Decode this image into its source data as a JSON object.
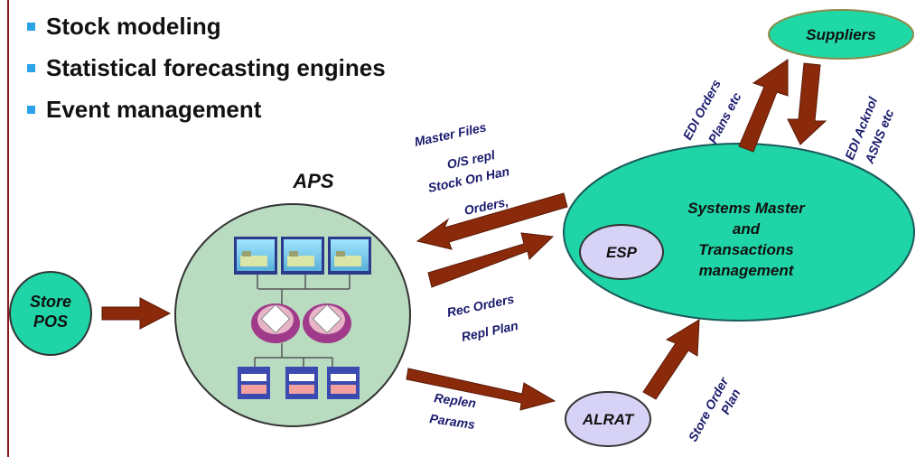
{
  "bullets": [
    "Stock modeling",
    "Statistical forecasting engines",
    "Event management"
  ],
  "nodes": {
    "aps": "APS",
    "store_pos": [
      "Store",
      "POS"
    ],
    "suppliers": "Suppliers",
    "systems": [
      "Systems Master",
      "and",
      "Transactions",
      "management"
    ],
    "esp": "ESP",
    "alrat": "ALRAT"
  },
  "labels": {
    "to_aps": [
      "Master Files",
      "O/S repl",
      "Stock On Han",
      "Orders,"
    ],
    "to_systems": [
      "Rec Orders",
      "Repl Plan"
    ],
    "replen": [
      "Replen",
      "Params"
    ],
    "edi_orders": [
      "EDI Orders",
      "Plans etc"
    ],
    "edi_ack": [
      "EDI Acknol",
      "ASNS etc"
    ],
    "store_order": [
      "Store Order",
      "Plan"
    ]
  },
  "colors": {
    "arrow": "#8b2a0a",
    "aps_fill": "#b9dcc0",
    "teal": "#1fd4a6",
    "lavender": "#d7d3f6",
    "supplier_fill": "#1ed9a6",
    "label_navy": "#1a1a6e",
    "bullet_square": "#2aa3e8"
  },
  "icons": [
    "monitor-icon",
    "monitor-icon",
    "monitor-icon",
    "chip-icon",
    "chip-icon",
    "server-icon",
    "server-icon",
    "server-icon"
  ]
}
